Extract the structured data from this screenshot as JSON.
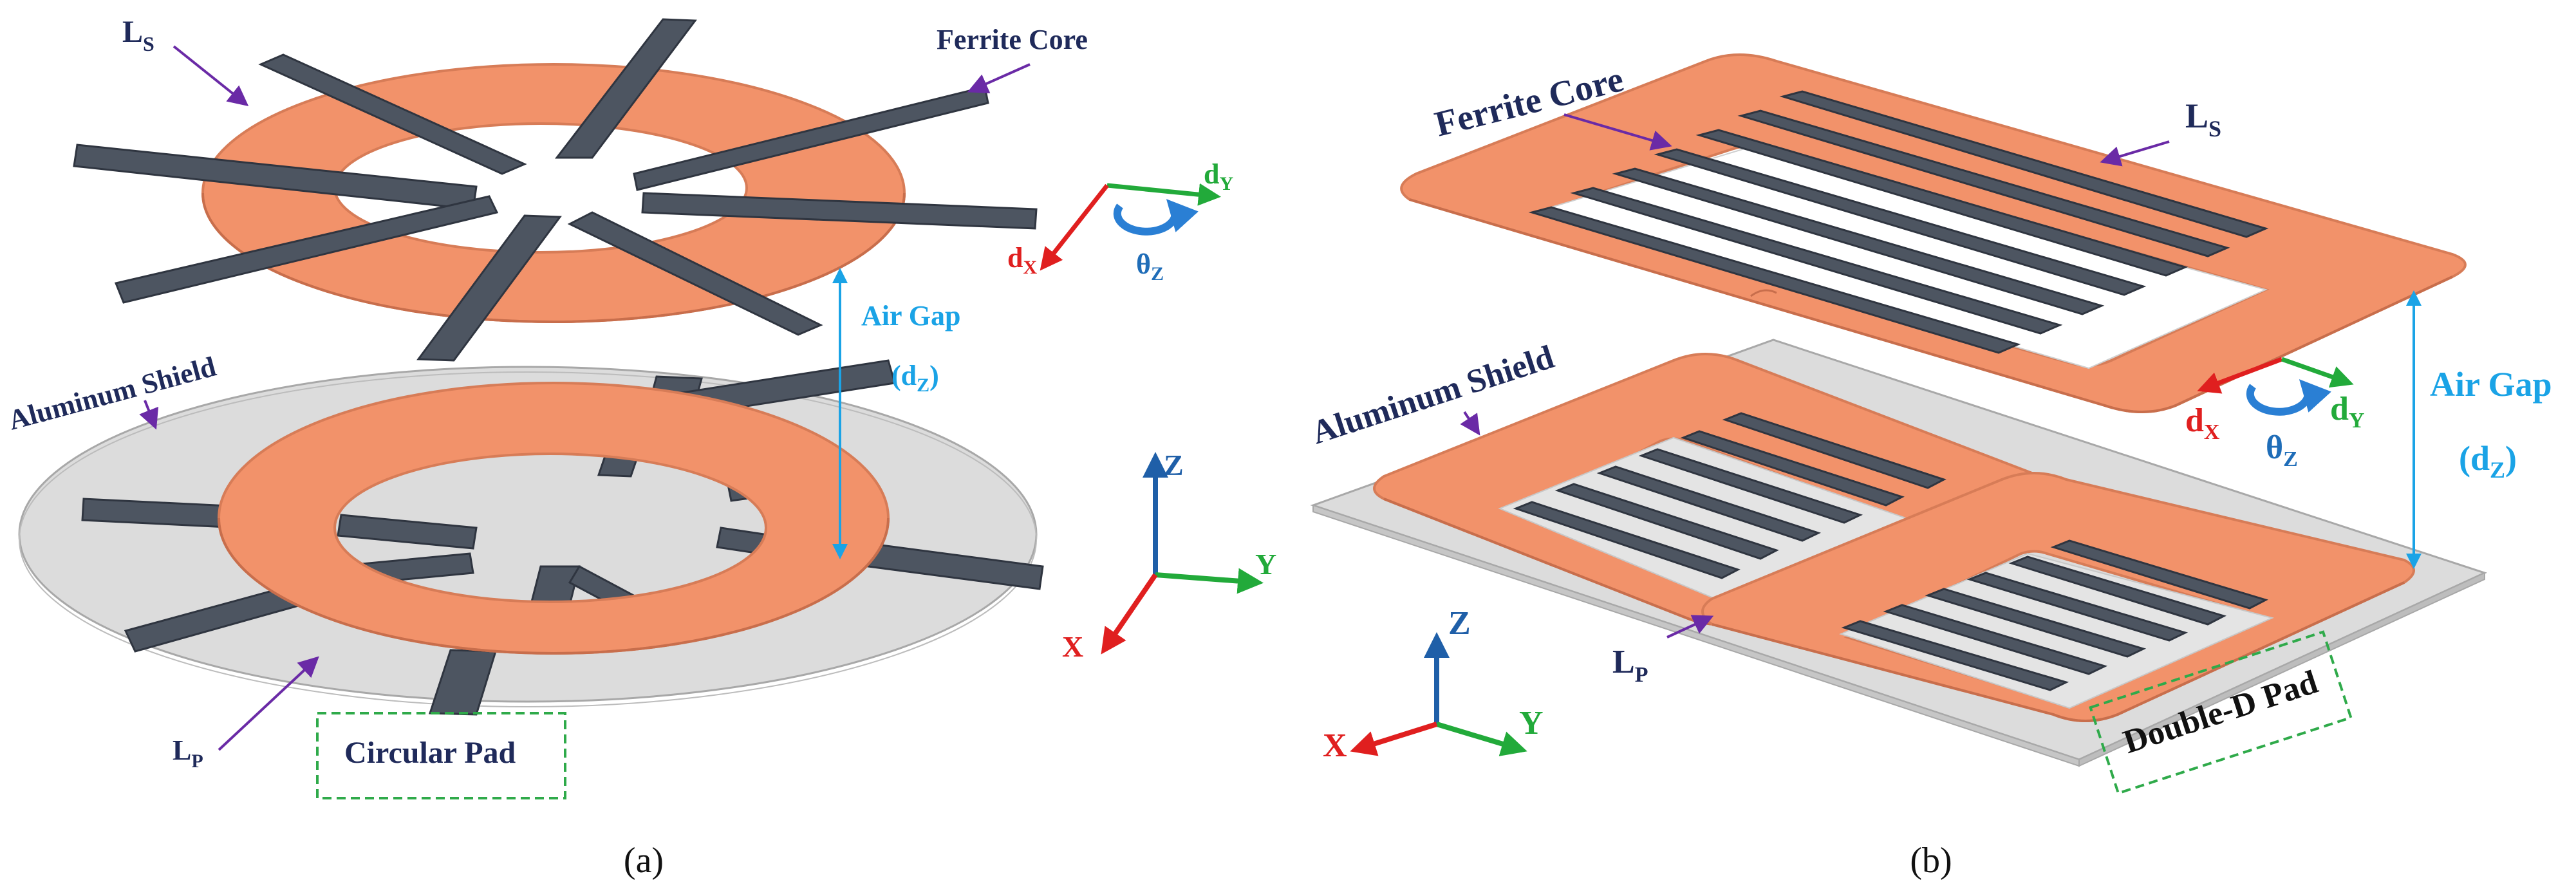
{
  "panel_a": {
    "ls_main": "L",
    "ls_sub": "S",
    "ferrite": "Ferrite Core",
    "dy_main": "d",
    "dy_sub": "Y",
    "dx_main": "d",
    "dx_sub": "X",
    "theta_main": "θ",
    "theta_sub": "Z",
    "air_gap": "Air Gap",
    "dz": "(d",
    "dz_sub": "Z",
    "dz_close": ")",
    "shield": "Aluminum Shield",
    "axis_z": "Z",
    "axis_y": "Y",
    "axis_x": "X",
    "lp_main": "L",
    "lp_sub": "P",
    "pad_name": "Circular Pad",
    "caption": "(a)"
  },
  "panel_b": {
    "ferrite": "Ferrite Core",
    "ls_main": "L",
    "ls_sub": "S",
    "shield": "Aluminum Shield",
    "dx_main": "d",
    "dx_sub": "X",
    "dy_main": "d",
    "dy_sub": "Y",
    "theta_main": "θ",
    "theta_sub": "Z",
    "air_gap": "Air Gap",
    "dz": "(d",
    "dz_sub": "Z",
    "dz_close": ")",
    "axis_z": "Z",
    "axis_y": "Y",
    "axis_x": "X",
    "lp_main": "L",
    "lp_sub": "P",
    "pad_name": "Double-D Pad",
    "caption": "(b)"
  },
  "colors": {
    "coil": "#f2926a",
    "coil_edge": "#d77c57",
    "ferrite": "#4d5561",
    "ferrite_edge": "#2f3540",
    "shield": "#d9d9d9",
    "label_navy": "#1f2a5a",
    "arrow_purple": "#6a2aa6",
    "airgap_blue": "#1aa3e6",
    "axis_blue": "#1f5fa8",
    "axis_green": "#22aa3a",
    "axis_red": "#e01f1f",
    "rotation_blue": "#2a7fd4",
    "box_green": "#2faa4a"
  }
}
